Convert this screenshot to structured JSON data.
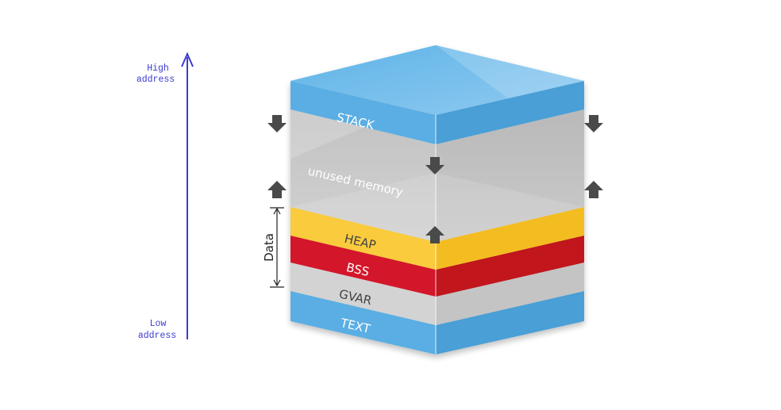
{
  "axis": {
    "top_label_line1": "High",
    "top_label_line2": "address",
    "bottom_label_line1": "Low",
    "bottom_label_line2": "address",
    "color": "#3b3bd0"
  },
  "segments": [
    {
      "key": "stack",
      "label": "STACK",
      "color": "#5aaee3"
    },
    {
      "key": "unused",
      "label": "unused memory",
      "color": "#c8c8c8"
    },
    {
      "key": "heap",
      "label": "HEAP",
      "color": "#f9cb3c"
    },
    {
      "key": "bss",
      "label": "BSS",
      "color": "#d4182c"
    },
    {
      "key": "gvar",
      "label": "GVAR",
      "color": "#cfcfcf"
    },
    {
      "key": "text",
      "label": "TEXT",
      "color": "#5aaee3"
    }
  ],
  "data_bracket": {
    "label": "Data"
  },
  "arrows": {
    "stack_growth": "down-arrow-icon",
    "heap_growth": "up-arrow-icon",
    "color": "#4a4a4a"
  }
}
